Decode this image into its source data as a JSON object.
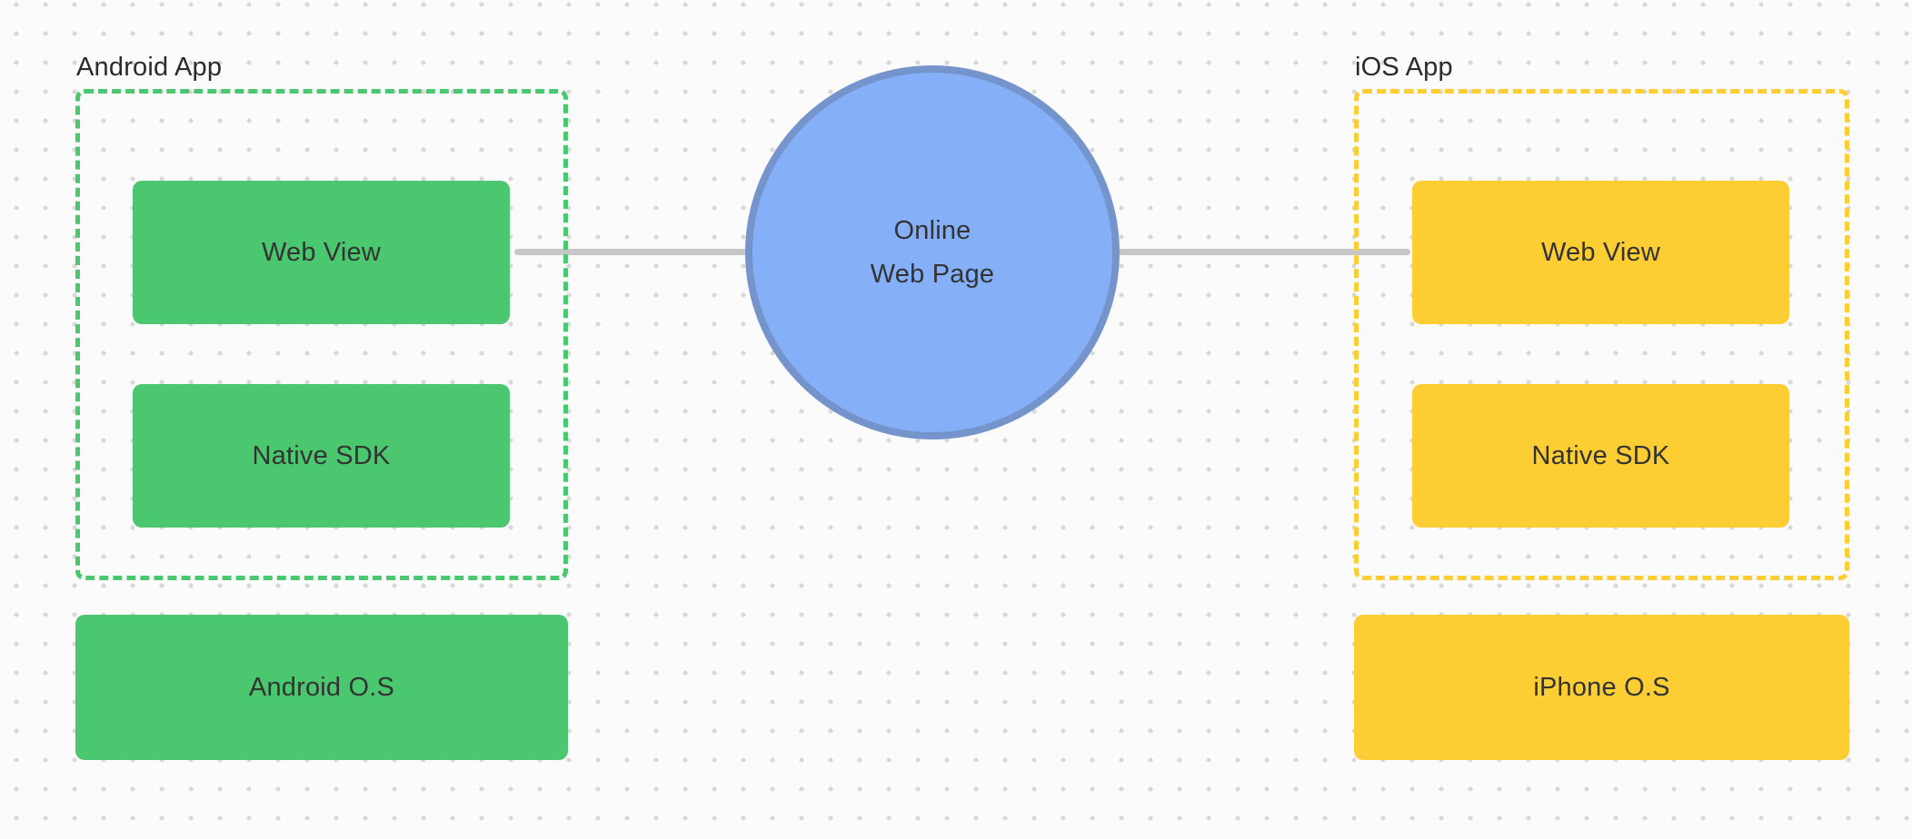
{
  "colors": {
    "bg": "#FBFBFB",
    "dot": "#D8D8D8",
    "green": "#4BC86F",
    "yellow": "#FCCE33",
    "blue_fill": "#85B0F8",
    "blue_border": "#7594CC",
    "connector": "#C6C6C6",
    "text": "#333333",
    "label": "#2B2B2B"
  },
  "android": {
    "group_label": "Android App",
    "web_view": "Web View",
    "native_sdk": "Native SDK",
    "os": "Android O.S"
  },
  "ios": {
    "group_label": "iOS App",
    "web_view": "Web View",
    "native_sdk": "Native SDK",
    "os": "iPhone O.S"
  },
  "center": {
    "line1": "Online",
    "line2": "Web Page"
  }
}
